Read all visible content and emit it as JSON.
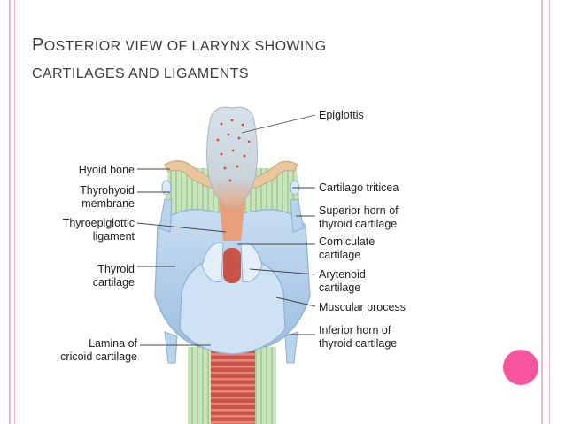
{
  "slide": {
    "title_first_letter": "P",
    "title_line1_rest": "osterior view of larynx showing",
    "title_line2": "cartilages and ligaments"
  },
  "labels": {
    "left": {
      "hyoid_bone": "Hyoid bone",
      "thyrohyoid_membrane": [
        "Thyrohyoid",
        "membrane"
      ],
      "thyroepiglottic_ligament": [
        "Thyroepiglottic",
        "ligament"
      ],
      "thyroid_cartilage": [
        "Thyroid",
        "cartilage"
      ],
      "lamina_of_cricoid": [
        "Lamina of",
        "cricoid cartilage"
      ]
    },
    "right": {
      "epiglottis": "Epiglottis",
      "cartilago_triticea": "Cartilago triticea",
      "superior_horn": [
        "Superior horn of",
        "thyroid cartilage"
      ],
      "corniculate": [
        "Corniculate",
        "cartilage"
      ],
      "arytenoid": [
        "Arytenoid",
        "cartilage"
      ],
      "muscular_process": "Muscular process",
      "inferior_horn": [
        "Inferior horn of",
        "thyroid cartilage"
      ]
    }
  },
  "colors": {
    "border_pink": "#f3b7cd",
    "accent_dot": "#f7559e",
    "cartilage_blue": "#b8d3ec",
    "epiglottis_grey": "#cdd9e2",
    "hyoid_tan": "#e8c79c",
    "membrane_green": "#bfe0b2",
    "trachea_red": "#c9524a"
  }
}
